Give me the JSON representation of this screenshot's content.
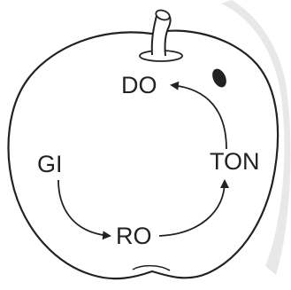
{
  "labels": {
    "top": "DO",
    "left": "GI",
    "right": "TON",
    "bottom": "RO"
  },
  "colors": {
    "ink": "#222222",
    "paper_shadow": "#cfcfcf",
    "background": "#ffffff"
  },
  "cycle": [
    "GI",
    "RO",
    "TON",
    "DO"
  ]
}
